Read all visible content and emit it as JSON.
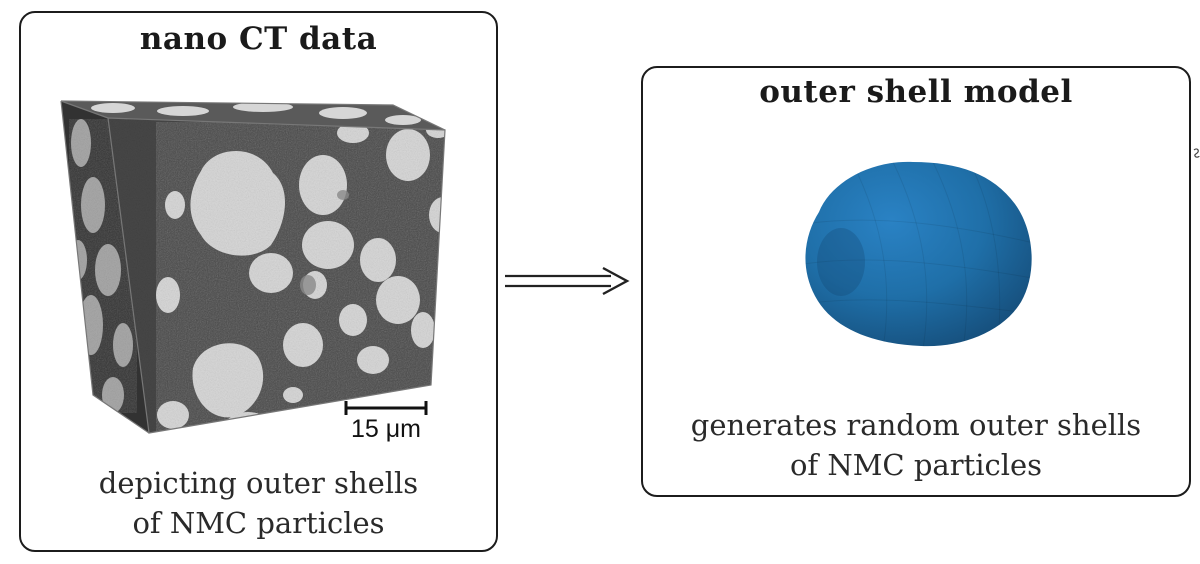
{
  "panels": {
    "input": {
      "title": "nano CT data",
      "caption_line1": "depicting outer shells",
      "caption_line2": "of NMC particles",
      "scale_bar_label": "15 μm"
    },
    "output": {
      "title": "outer shell model",
      "caption_line1": "generates random outer shells",
      "caption_line2": "of NMC particles"
    }
  },
  "colors": {
    "border": "#1c1c1c",
    "particle_fill": "#d8d8d8",
    "matrix_fill": "#4a4a4a",
    "shell_blue": "#1f6fa8"
  },
  "icons": {
    "arrow": "double-line-right-arrow"
  }
}
